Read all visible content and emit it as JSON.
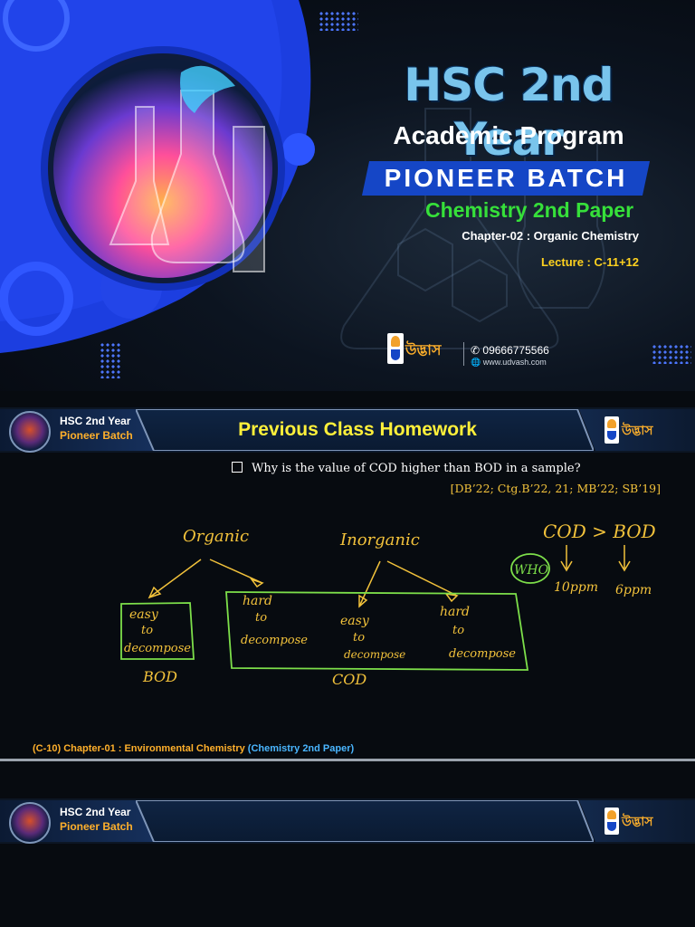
{
  "cover": {
    "title": "HSC 2nd Year",
    "program": "Academic Program",
    "batch": "PIONEER BATCH",
    "subject": "Chemistry 2nd Paper",
    "chapter": "Chapter-02 : Organic Chemistry",
    "lecture": "Lecture : C-11+12",
    "brand": "উদ্ভাস",
    "phone": "09666775566",
    "website": "www.udvash.com"
  },
  "slide1": {
    "header": {
      "batch_line1": "HSC 2nd Year",
      "batch_line2": "Pioneer Batch",
      "title": "Previous Class Homework",
      "brand": "উদ্ভাস"
    },
    "question": "Why is the value of COD higher than BOD in a sample?",
    "references": "[DB’22; Ctg.B’22, 21; MB’22; SB’19]",
    "footer": {
      "code": "(C-10)",
      "chapter": "Chapter-01 : Environmental Chemistry",
      "paper": "(Chemistry 2nd Paper)"
    },
    "handwriting": {
      "organic": "Organic",
      "inorganic": "Inorganic",
      "easy": [
        "easy",
        "to",
        "decompose"
      ],
      "hard": [
        "hard",
        "to",
        "decompose"
      ],
      "easy2": [
        "easy",
        "to",
        "decompose"
      ],
      "hard2": [
        "hard",
        "to",
        "decompose"
      ],
      "bod": "BOD",
      "cod": "COD",
      "comparison": "COD > BOD",
      "who": "WHO",
      "cod_value": "10ppm",
      "bod_value": "6ppm"
    }
  },
  "slide2": {
    "header": {
      "batch_line1": "HSC 2nd Year",
      "batch_line2": "Pioneer Batch",
      "title": "",
      "brand": "উদ্ভাস"
    }
  },
  "colors": {
    "accent_blue": "#1546c6",
    "title_cyan": "#79c4ec",
    "subject_green": "#36e03a",
    "lecture_yellow": "#ffd21f",
    "header_title_yellow": "#fff03a",
    "handwriting_yellow": "#f2c23b",
    "handwriting_green": "#7ddf4a"
  }
}
